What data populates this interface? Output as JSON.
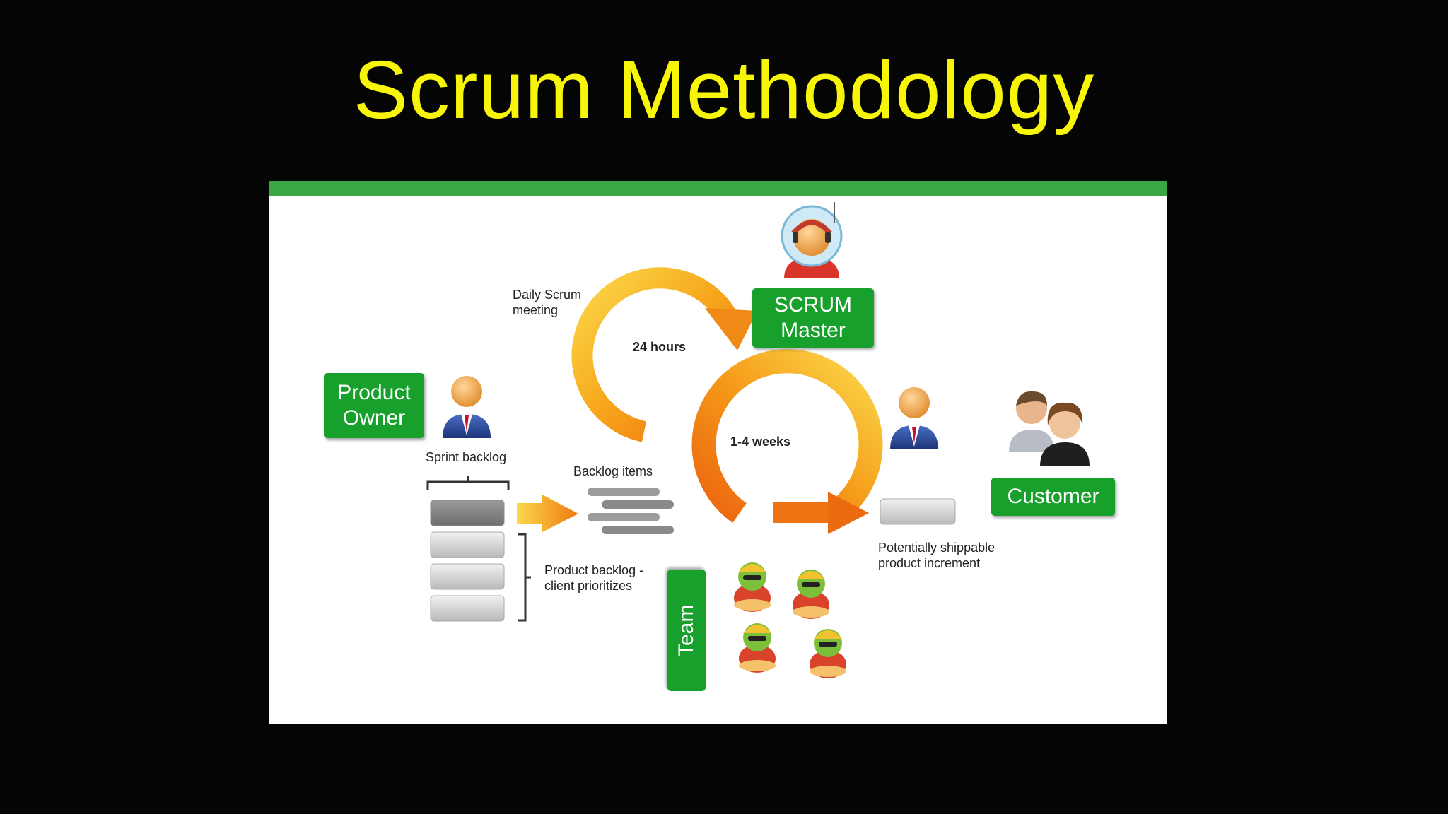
{
  "slide": {
    "title": "Scrum Methodology"
  },
  "diagram": {
    "roles": {
      "product_owner": "Product\nOwner",
      "scrum_master": "SCRUM\nMaster",
      "customer": "Customer",
      "team": "Team"
    },
    "labels": {
      "daily_scrum": "Daily Scrum\nmeeting",
      "hours": "24 hours",
      "weeks": "1-4 weeks",
      "sprint_backlog": "Sprint backlog",
      "backlog_items": "Backlog items",
      "product_backlog": "Product backlog -\nclient prioritizes",
      "increment": "Potentially shippable\nproduct increment"
    },
    "colors": {
      "title": "#f7f60a",
      "panel_bar": "#3aa745",
      "role_box": "#17a02b",
      "cycle_arrow": "#f29a12"
    }
  }
}
